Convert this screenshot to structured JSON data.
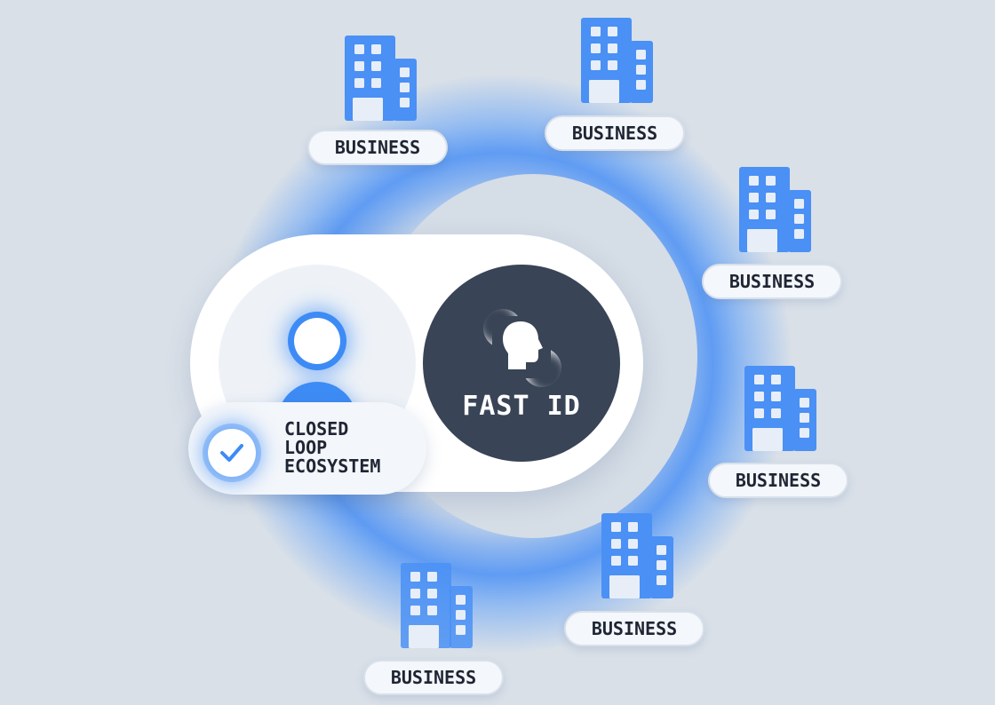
{
  "center": {
    "left_label": [
      "CLOSED",
      "LOOP",
      "ECOSYSTEM"
    ],
    "right_label": "FAST ID",
    "icons": {
      "user": "user-icon",
      "face": "face-id-icon",
      "check": "check-icon",
      "building": "building-icon"
    }
  },
  "businesses": [
    {
      "label": "BUSINESS"
    },
    {
      "label": "BUSINESS"
    },
    {
      "label": "BUSINESS"
    },
    {
      "label": "BUSINESS"
    },
    {
      "label": "BUSINESS"
    },
    {
      "label": "BUSINESS"
    }
  ],
  "colors": {
    "accent": "#3d8bf5",
    "dark": "#394456",
    "background": "#d9e0e8"
  }
}
